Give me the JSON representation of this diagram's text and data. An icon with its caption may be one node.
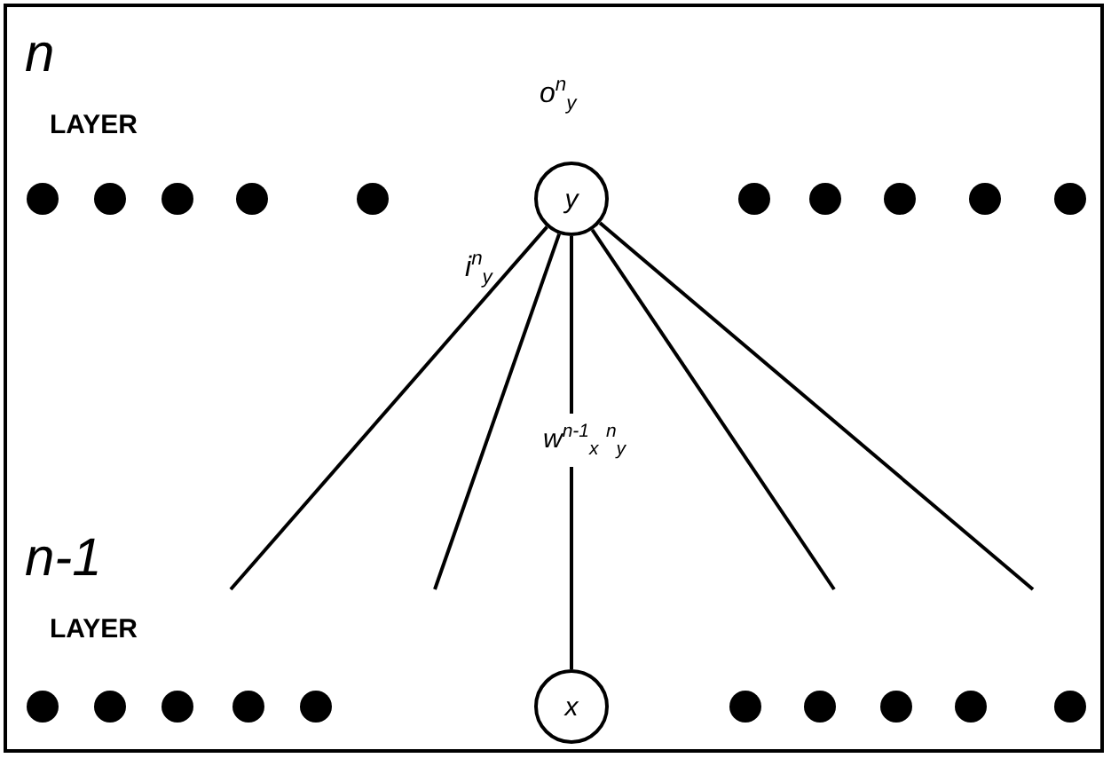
{
  "diagram": {
    "nodes": [
      {
        "text": [],
        "shape": "circle"
      },
      {
        "text": [],
        "shape": "circle"
      },
      {
        "text": [],
        "shape": "circle"
      },
      {
        "text": [],
        "shape": "circle"
      },
      {
        "text": [],
        "shape": "circle"
      },
      {
        "text": [
          "y"
        ]
      },
      {
        "text": [],
        "shape": "circle"
      },
      {
        "text": [],
        "shape": "circle"
      },
      {
        "text": [],
        "shape": "circle"
      },
      {
        "text": [],
        "shape": "circle"
      },
      {
        "text": [],
        "shape": "circle"
      },
      {
        "text": [],
        "shape": "circle"
      },
      {
        "text": [],
        "shape": "circle"
      },
      {
        "text": [],
        "shape": "circle"
      },
      {
        "text": [],
        "shape": "circle"
      },
      {
        "text": [],
        "shape": "circle"
      },
      {
        "text": [
          "x"
        ]
      },
      {
        "text": [],
        "shape": "circle"
      },
      {
        "text": [],
        "shape": "circle"
      },
      {
        "text": [],
        "shape": "circle"
      },
      {
        "text": [],
        "shape": "circle"
      },
      {
        "text": [],
        "shape": "circle"
      }
    ],
    "edges": [
      {
        "from": 16,
        "to": 5,
        "arrow": "none",
        "label": "w$^{n-1}$$_{x}$ $^{n}$$_{y}$"
      },
      {
        "from": 5,
        "to": null,
        "arrow": "none"
      },
      {
        "from": 5,
        "to": null,
        "arrow": "none"
      },
      {
        "from": 5,
        "to": null,
        "arrow": "none"
      },
      {
        "from": 5,
        "to": null,
        "arrow": "none"
      }
    ],
    "labels": [
      "n",
      "LAYER",
      "o$^{n}$$_{y}$",
      "i$^{n}$$_{y}$",
      "n-1",
      "LAYER"
    ]
  }
}
